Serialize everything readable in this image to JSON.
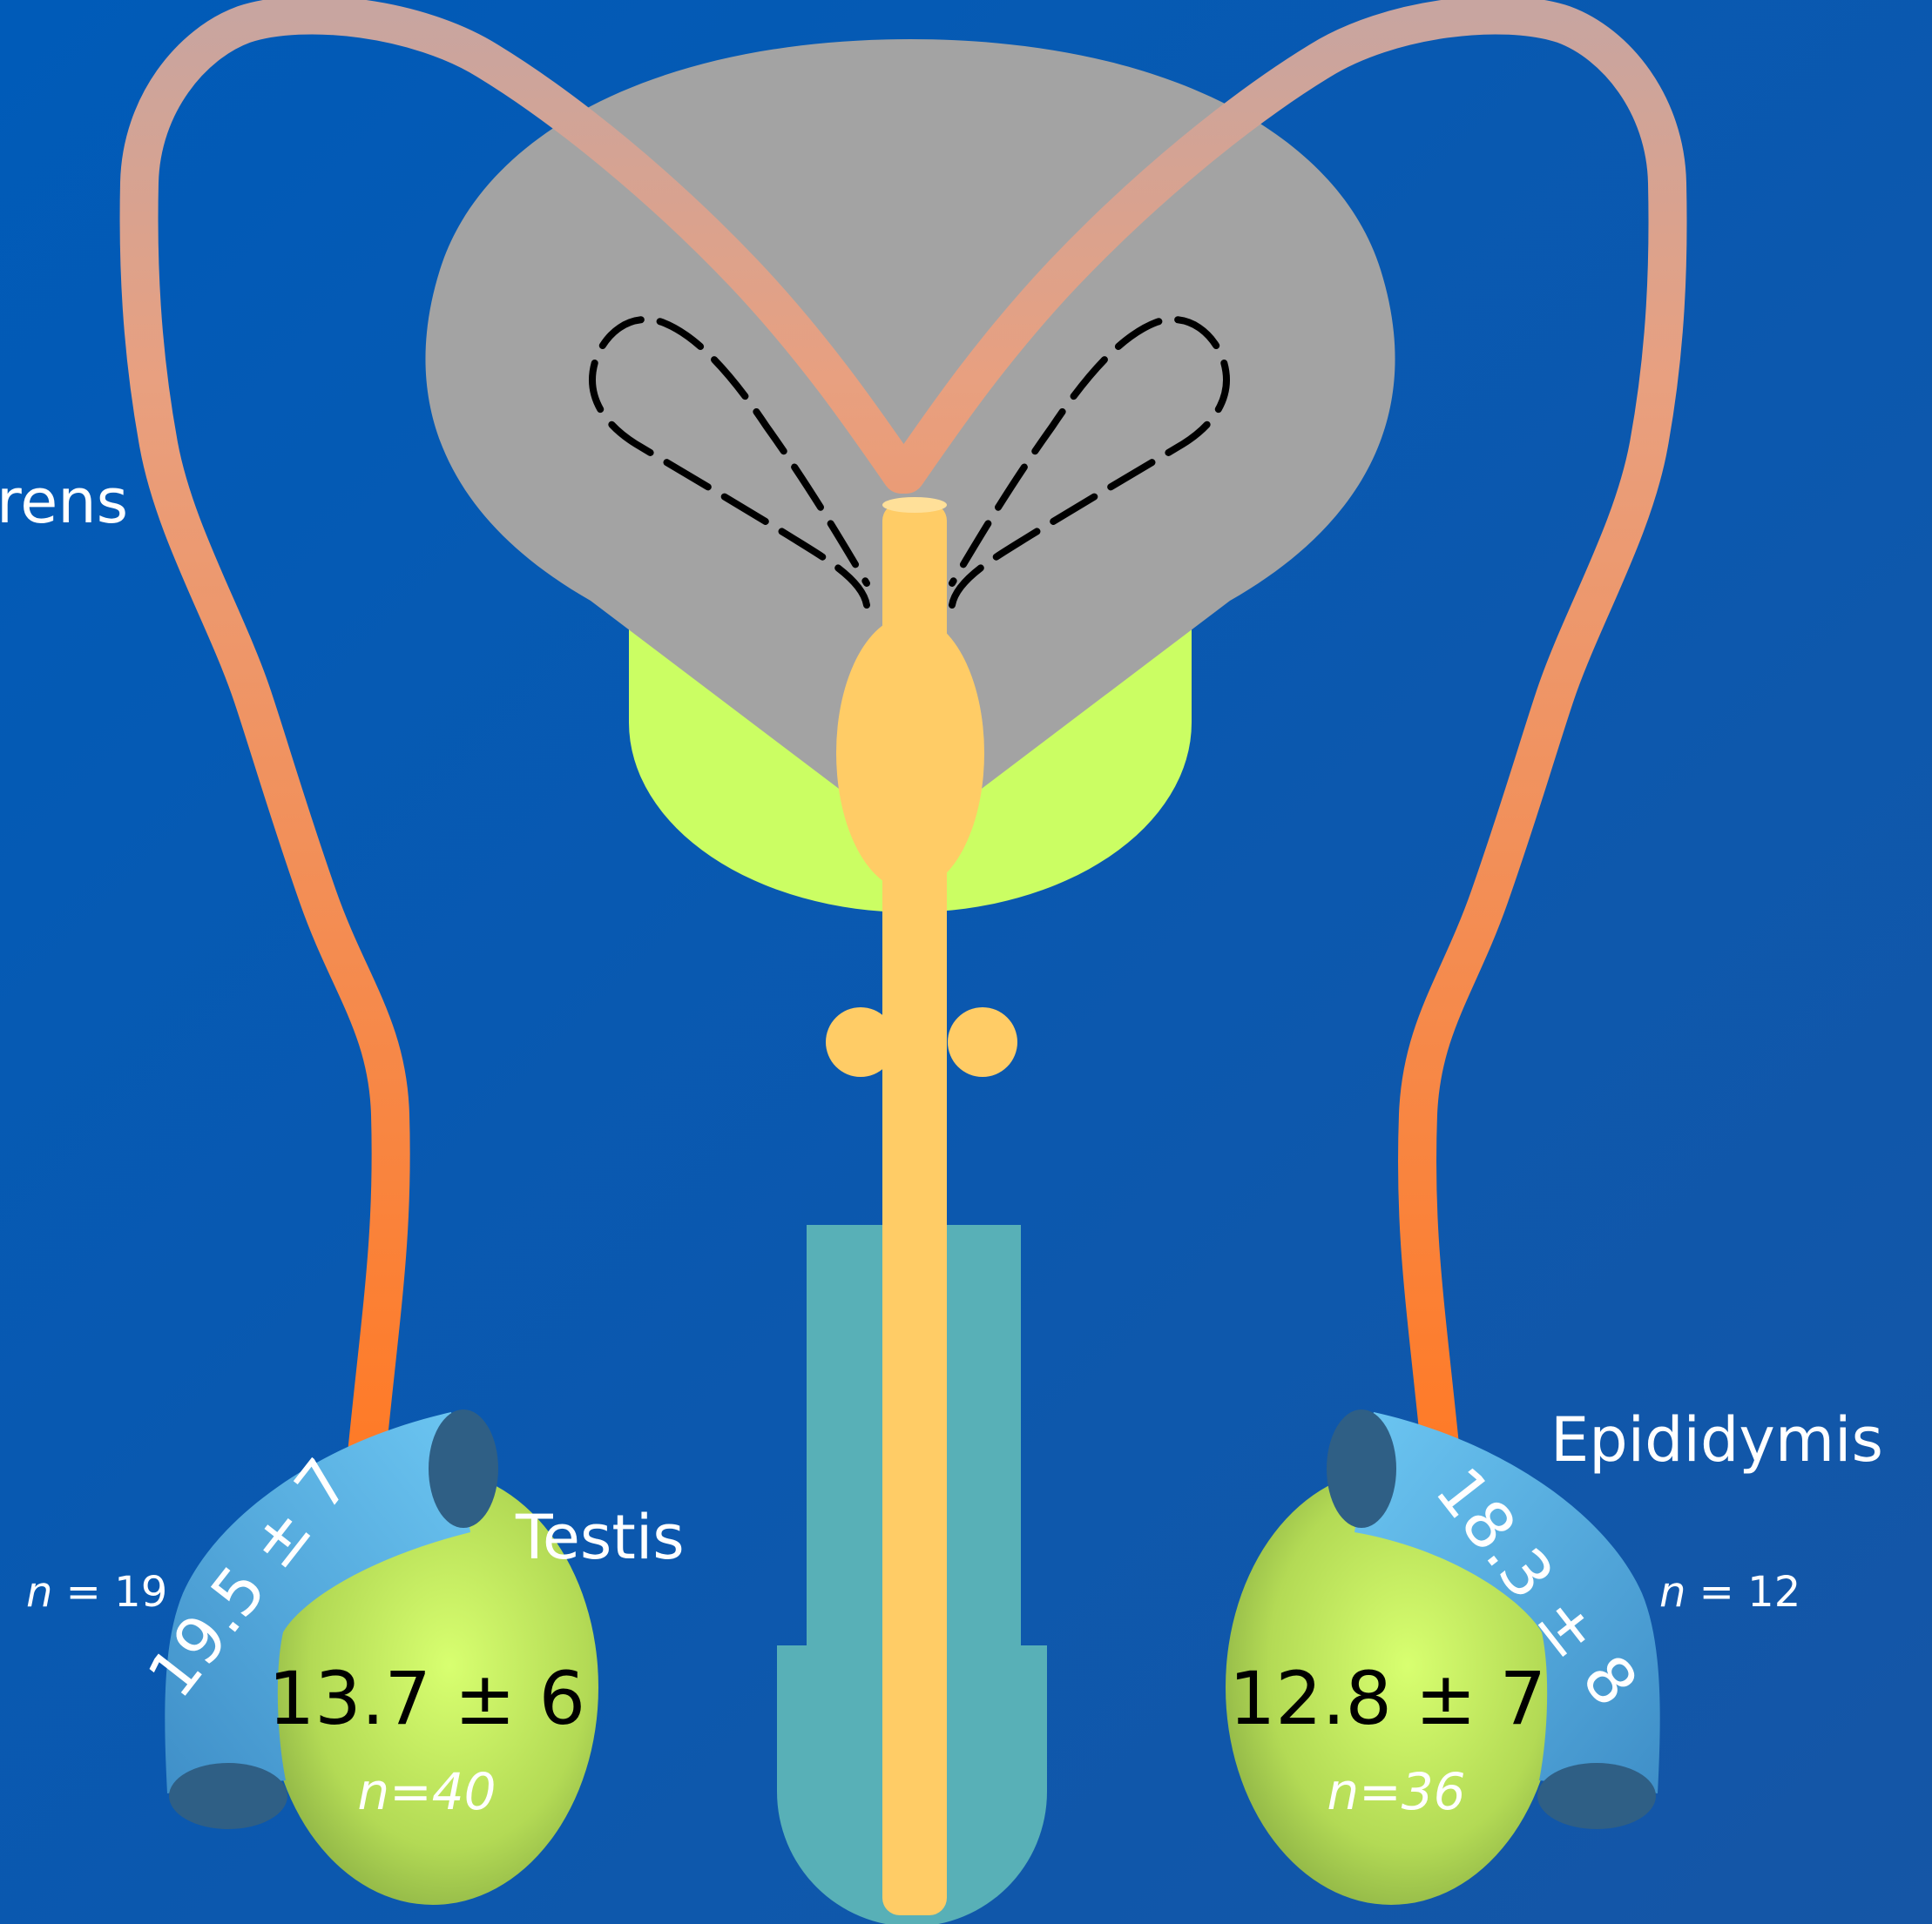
{
  "labels": {
    "vas_deferens": "rens",
    "testis": "Testis",
    "epididymis": "Epididymis"
  },
  "left": {
    "epididymis_value": "19.5 ± 7",
    "epididymis_n_prefix": "n",
    "epididymis_n_suffix": " = 19",
    "testis_value": "13.7 ± 6",
    "testis_n": "n=40"
  },
  "right": {
    "epididymis_value": "18.3 ± 8",
    "epididymis_n_prefix": "n",
    "epididymis_n_suffix": " = 12",
    "testis_value": "12.8 ± 7",
    "testis_n": "n=36"
  },
  "colors": {
    "background": "#0a58b3",
    "bladder": "#a3a3a3",
    "prostate": "#cbfe63",
    "urethra": "#ffcc66",
    "penis": "#58b0b7",
    "epididymis": "#5ab4e6",
    "testis": "#b5dd55",
    "vas_deferens_top": "#c8a5a0",
    "vas_deferens_bottom": "#ff7a26"
  }
}
